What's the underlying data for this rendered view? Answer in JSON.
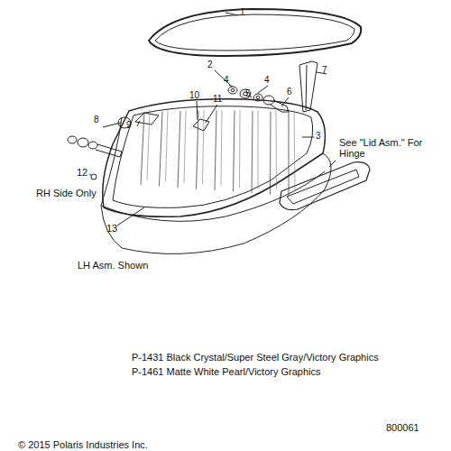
{
  "diagram": {
    "labels": [
      "1",
      "2",
      "4",
      "4",
      "5",
      "6",
      "7",
      "10",
      "11",
      "9",
      "8",
      "3",
      "See \"Lid Asm.\" For Hinge",
      "12",
      "RH Side Only",
      "13",
      "LH Asm. Shown",
      "P-1431 Black Crystal/Super Steel Gray/Victory Graphics",
      "P-1461 Matte White Pearl/Victory Graphics",
      "800061",
      "© 2015 Polaris Industries Inc."
    ]
  }
}
